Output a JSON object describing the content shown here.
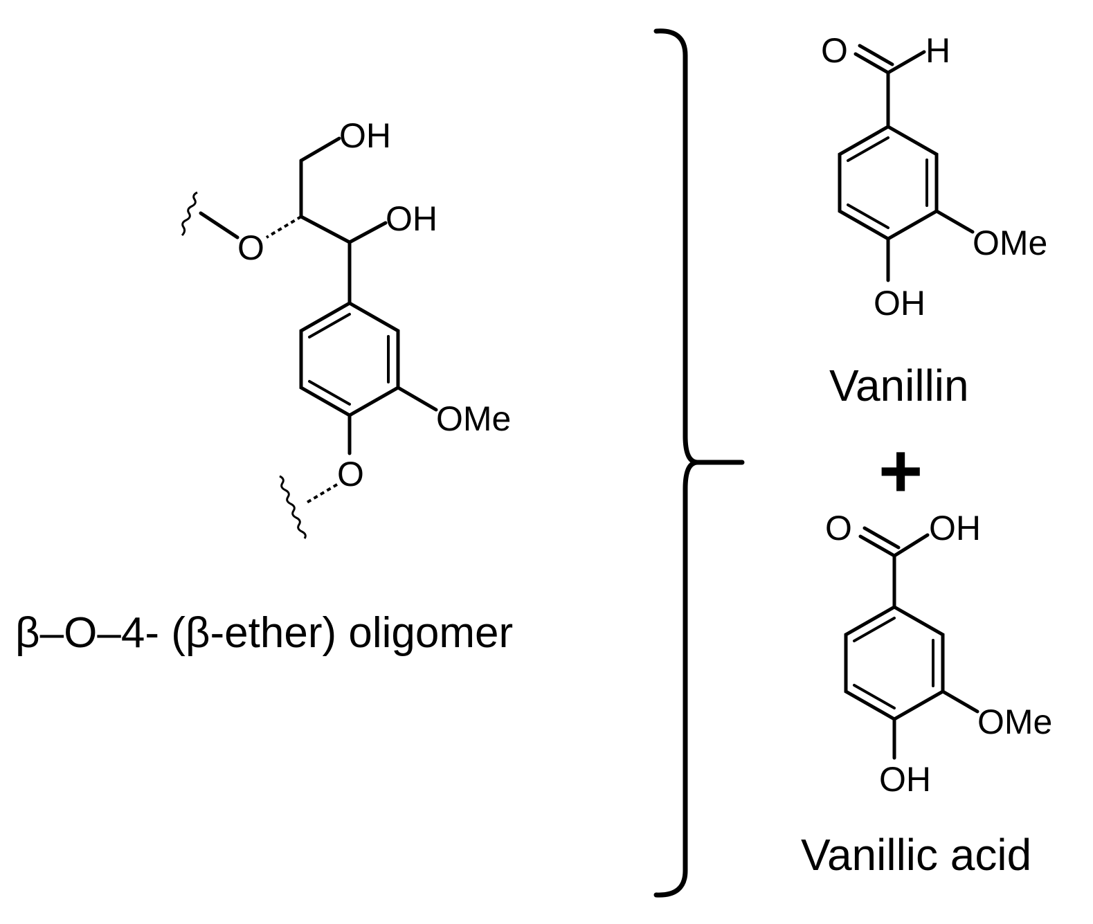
{
  "reactant": {
    "name": "β–O–4- (β-ether) oligomer",
    "labels": {
      "oh_top": "OH",
      "oh_mid": "OH",
      "ether_o_upper": "O",
      "ether_o_lower": "O",
      "ome": "OMe"
    }
  },
  "products": [
    {
      "name": "Vanillin",
      "labels": {
        "carbonyl_o": "O",
        "aldehyde_h": "H",
        "ome": "OMe",
        "oh": "OH"
      }
    },
    {
      "name": "Vanillic acid",
      "labels": {
        "carbonyl_o": "O",
        "acid_oh": "OH",
        "ome": "OMe",
        "oh": "OH"
      }
    }
  ],
  "plus_sign": "+"
}
